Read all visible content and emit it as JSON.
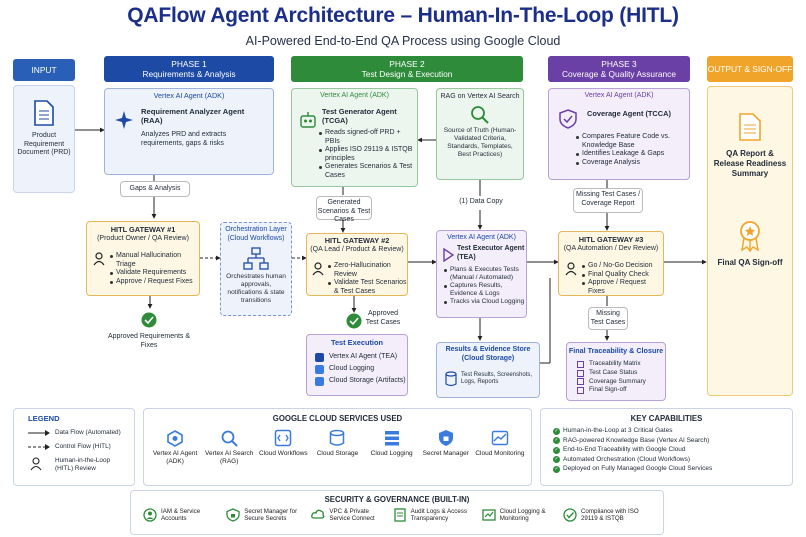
{
  "title": "QAFlow Agent Architecture – Human-In-The-Loop (HITL)",
  "subtitle": "AI-Powered End-to-End QA Process using Google Cloud",
  "colors": {
    "navy": "#1d4aa5",
    "green": "#2e8b3a",
    "purple": "#6a3fa6",
    "orange": "#f0a52a",
    "input": "#2a5fb8"
  },
  "headers": {
    "input": "INPUT",
    "phase1": [
      "PHASE 1",
      "Requirements & Analysis"
    ],
    "phase2": [
      "PHASE 2",
      "Test Design & Execution"
    ],
    "phase3": [
      "PHASE 3",
      "Coverage & Quality Assurance"
    ],
    "output": "OUTPUT & SIGN-OFF"
  },
  "input_doc": "Product Requirement Document (PRD)",
  "raa": {
    "vertex": "Vertex AI Agent (ADK)",
    "name": "Requirement Analyzer Agent (RAA)",
    "desc": "Analyzes PRD and extracts requirements, gaps & risks"
  },
  "gaps_label": "Gaps & Analysis",
  "hitl1": {
    "title": "HITL GATEWAY #1",
    "sub": "(Product Owner / QA Review)",
    "items": [
      "Manual Hallucination Triage",
      "Validate Requirements",
      "Approve / Request Fixes"
    ]
  },
  "approved_req": "Approved Requirements & Fixes",
  "orchestration": {
    "title": "Orchestration Layer (Cloud Workflows)",
    "desc": "Orchestrates human approvals, notifications & state transitions"
  },
  "tcga": {
    "vertex": "Vertex AI Agent (ADK)",
    "name": "Test Generator Agent (TCGA)",
    "items": [
      "Reads signed-off PRD + PBIs",
      "Applies ISO 29119 & ISTQB principles",
      "Generates Scenarios & Test Cases"
    ]
  },
  "rag": {
    "title": "RAG on Vertex AI Search",
    "desc": "Source of Truth (Human-Validated Criteria, Standards, Templates, Best Practices)"
  },
  "generated_label": "Generated Scenarios & Test Cases",
  "data_copy": "(1) Data Copy",
  "hitl2": {
    "title": "HITL GATEWAY #2",
    "sub": "(QA Lead / Product & Review)",
    "items": [
      "Zero-Hallucination Review",
      "Validate Test Scenarios & Test Cases"
    ]
  },
  "approved_tc": "Approved Test Cases",
  "test_exec": {
    "title": "Test Execution",
    "items": [
      "Vertex AI Agent (TEA)",
      "Cloud Logging",
      "Cloud Storage (Artifacts)"
    ]
  },
  "tea": {
    "vertex": "Vertex AI Agent (ADK)",
    "name": "Test Executor Agent (TEA)",
    "items": [
      "Plans & Executes Tests (Manual / Automated)",
      "Captures Results, Evidence & Logs",
      "Tracks via Cloud Logging"
    ]
  },
  "results": {
    "title": "Results & Evidence Store (Cloud Storage)",
    "desc": "Test Results, Screenshots, Logs, Reports"
  },
  "tcca": {
    "vertex": "Vertex AI Agent (ADK)",
    "name": "Coverage Agent (TCCA)",
    "items": [
      "Compares Feature Code vs. Knowledge Base",
      "Identifies Leakage & Gaps",
      "Coverage Analysis"
    ]
  },
  "missing1": "Missing Test Cases / Coverage Report",
  "hitl3": {
    "title": "HITL GATEWAY #3",
    "sub": "(QA Automation / Dev Review)",
    "items": [
      "Go / No-Go Decision",
      "Final Quality Check",
      "Approve / Request Fixes"
    ]
  },
  "missing2": "Missing Test Cases",
  "final_trace": {
    "title": "Final Traceability & Closure",
    "items": [
      "Traceability Matrix",
      "Test Case Status",
      "Coverage Summary",
      "Final Sign-off"
    ]
  },
  "output": {
    "report": "QA Report & Release Readiness Summary",
    "signoff": "Final QA Sign-off"
  },
  "legend": {
    "title": "LEGEND",
    "items": [
      "Data Flow (Automated)",
      "Control Flow (HITL)",
      "Human-in-the-Loop (HITL) Review"
    ]
  },
  "gcs": {
    "title": "GOOGLE CLOUD SERVICES USED",
    "items": [
      {
        "label": "Vertex AI Agent (ADK)",
        "icon": "vertex-ai-icon"
      },
      {
        "label": "Vertex AI Search (RAG)",
        "icon": "vertex-search-icon"
      },
      {
        "label": "Cloud Workflows",
        "icon": "cloud-workflows-icon"
      },
      {
        "label": "Cloud Storage",
        "icon": "cloud-storage-icon"
      },
      {
        "label": "Cloud Logging",
        "icon": "cloud-logging-icon"
      },
      {
        "label": "Secret Manager",
        "icon": "secret-manager-icon"
      },
      {
        "label": "Cloud Monitoring",
        "icon": "cloud-monitoring-icon"
      }
    ]
  },
  "capabilities": {
    "title": "KEY CAPABILITIES",
    "items": [
      "Human-in-the-Loop at 3 Critical Gates",
      "RAG-powered Knowledge Base (Vertex AI Search)",
      "End-to-End Traceability with Google Cloud",
      "Automated Orchestration (Cloud Workflows)",
      "Deployed on Fully Managed Google Cloud Services"
    ]
  },
  "security": {
    "title": "SECURITY & GOVERNANCE (BUILT-IN)",
    "items": [
      {
        "label": "IAM & Service Accounts",
        "icon": "iam-icon"
      },
      {
        "label": "Secret Manager for Secure Secrets",
        "icon": "lock-icon"
      },
      {
        "label": "VPC & Private Service Connect",
        "icon": "vpc-icon"
      },
      {
        "label": "Audit Logs & Access Transparency",
        "icon": "audit-icon"
      },
      {
        "label": "Cloud Logging & Monitoring",
        "icon": "logging-icon"
      },
      {
        "label": "Compliance with ISO 29119 & ISTQB",
        "icon": "compliance-icon"
      }
    ]
  }
}
